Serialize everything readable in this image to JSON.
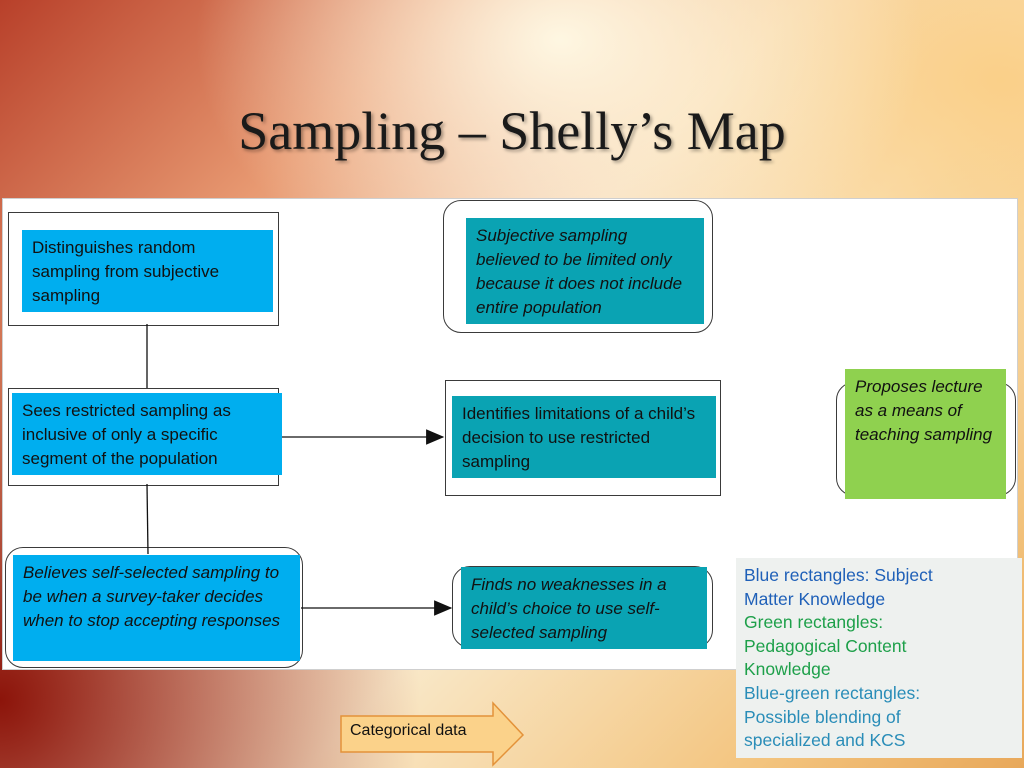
{
  "title": "Sampling – Shelly’s Map",
  "boxes": {
    "distinguishes": "Distinguishes random sampling from subjective sampling",
    "subjective": "Subjective sampling believed to be limited only because it does not include entire population",
    "sees_restricted": "Sees restricted sampling as inclusive of only a specific segment of the population",
    "identifies": "Identifies limitations of a child’s decision to use restricted sampling",
    "proposes": "Proposes lecture as a means of teaching sampling",
    "believes": "Believes self-selected sampling to be when a survey-taker decides when to stop accepting responses",
    "finds_no": "Finds no weaknesses in a child’s choice to use self-selected sampling"
  },
  "legend": {
    "blue_line1": "Blue rectangles: Subject",
    "blue_line2": "Matter Knowledge",
    "green_line1": "Green rectangles:",
    "green_line2": "Pedagogical Content",
    "green_line3": "Knowledge",
    "bg_line1": "Blue-green rectangles:",
    "bg_line2": "Possible blending of",
    "bg_line3": "specialized and KCS"
  },
  "categorical_arrow": "Categorical data",
  "colors": {
    "blue": "#00aeef",
    "blue_green": "#0aa3b3",
    "green": "#8fd14f",
    "arrow_fill": "#fbd28a"
  }
}
